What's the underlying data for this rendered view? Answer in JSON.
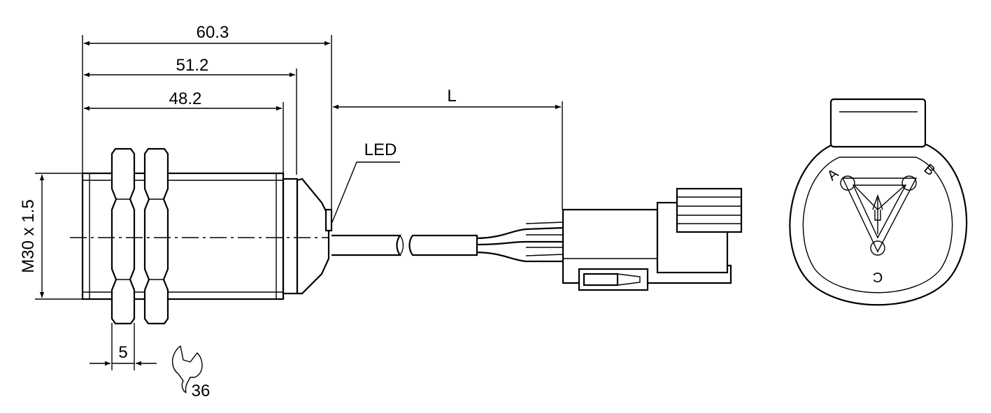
{
  "dimensions": {
    "overall_length": "60.3",
    "length_to_led": "51.2",
    "thread_length": "48.2",
    "cable_length": "L",
    "thread": "M30 x 1.5",
    "nut_width": "5",
    "wrench_size": "36"
  },
  "labels": {
    "led": "LED",
    "pin_a": "A",
    "pin_b": "B",
    "pin_c": "C"
  }
}
